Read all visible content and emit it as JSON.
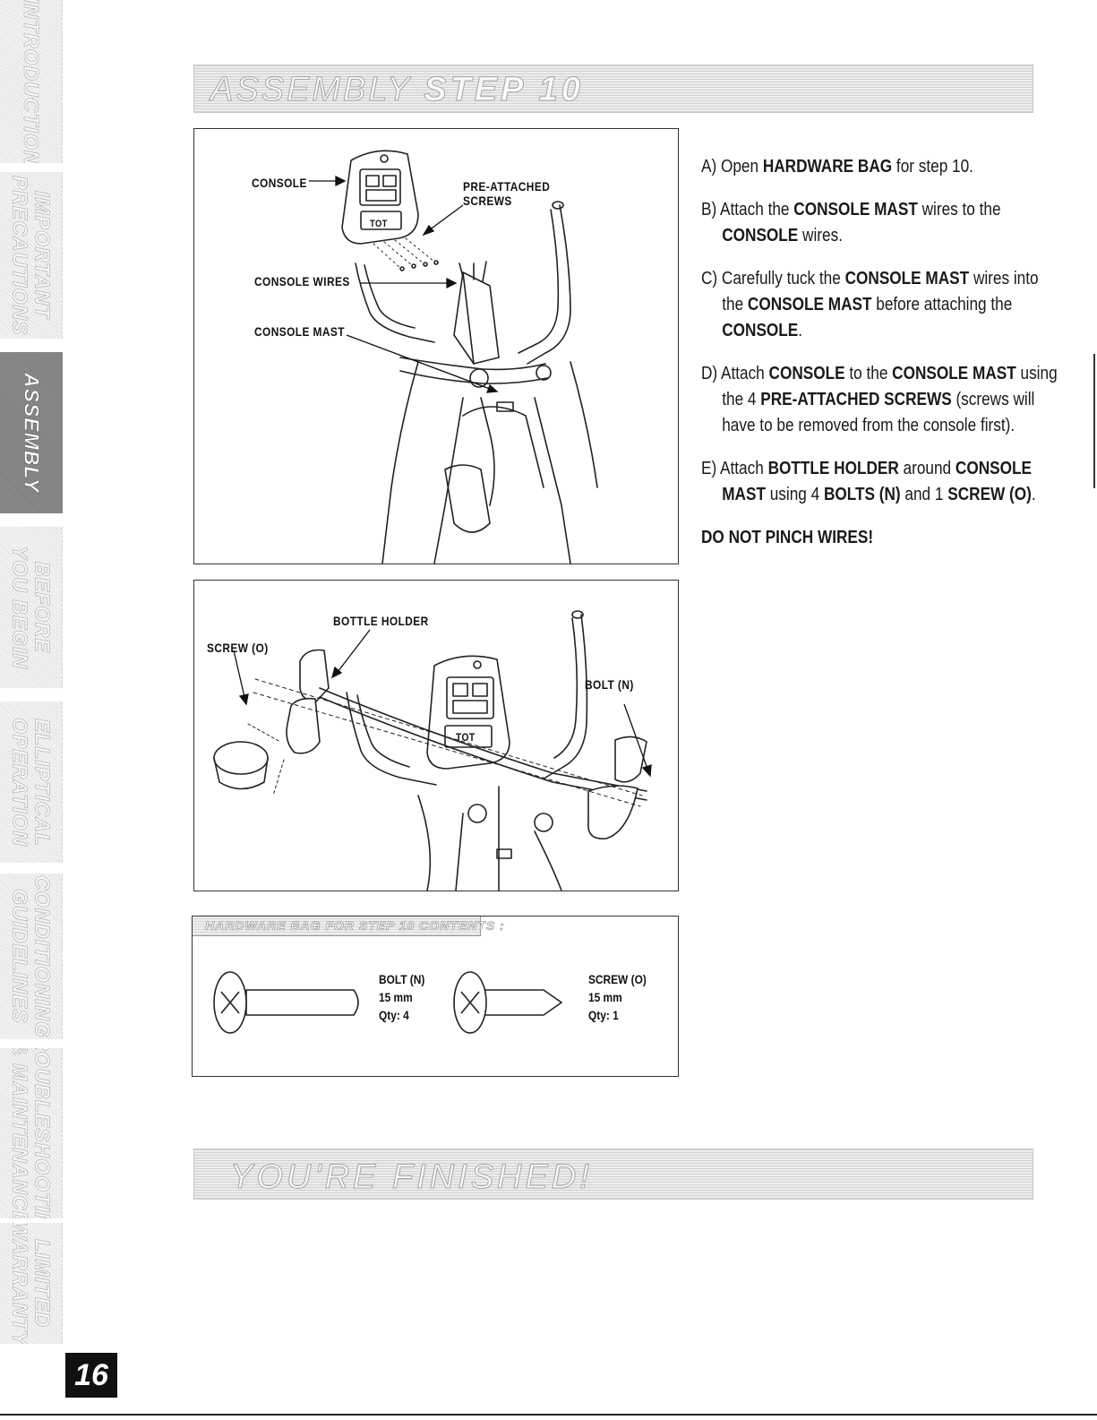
{
  "side_tabs": [
    {
      "label": "INTRODUCTION",
      "active": false
    },
    {
      "label": "IMPORTANT\nPRECAUTIONS",
      "active": false
    },
    {
      "label": "ASSEMBLY",
      "active": true
    },
    {
      "label": "BEFORE\nYOU BEGIN",
      "active": false
    },
    {
      "label": "ELLIPTICAL\nOPERATION",
      "active": false
    },
    {
      "label": "CONDITIONING\nGUIDELINES",
      "active": false
    },
    {
      "label": "TROUBLESHOOTING\n& MAINTENANCE",
      "active": false
    },
    {
      "label": "LIMITED\nWARRANTY",
      "active": false
    }
  ],
  "header": {
    "title_light": "ASSEMBLY",
    "title_bold": "STEP 10"
  },
  "figure1": {
    "console": "CONSOLE",
    "pre_attached_screws": "PRE-ATTACHED\nSCREWS",
    "console_wires": "CONSOLE WIRES",
    "console_mast": "CONSOLE MAST",
    "console_display": "TOT"
  },
  "figure2": {
    "bottle_holder": "BOTTLE HOLDER",
    "screw_o": "SCREW (O)",
    "bolt_n": "BOLT (N)",
    "console_display": "TOT"
  },
  "hardware": {
    "title": "HARDWARE BAG FOR STEP 10 CONTENTS :",
    "bolt": {
      "name": "BOLT (N)",
      "size": "15 mm",
      "qty": "Qty: 4"
    },
    "screw": {
      "name": "SCREW (O)",
      "size": "15 mm",
      "qty": "Qty: 1"
    }
  },
  "instructions": {
    "a": {
      "l1": "A) Open ",
      "b1": "HARDWARE BAG",
      "l2": " for step 10."
    },
    "b": {
      "l1": "B) Attach the ",
      "b1": "CONSOLE MAST",
      "l2": " wires to the ",
      "b2": "CONSOLE",
      "l3": " wires."
    },
    "c": {
      "l1": "C) Carefully tuck the ",
      "b1": "CONSOLE MAST",
      "l2": " wires into the ",
      "b2": "CONSOLE MAST",
      "l3": " before attaching the ",
      "b3": "CONSOLE",
      "l4": "."
    },
    "d": {
      "l1": "D) Attach ",
      "b1": "CONSOLE",
      "l2": " to the ",
      "b2": "CONSOLE MAST",
      "l3": " using the 4 ",
      "b3": "PRE-ATTACHED SCREWS",
      "l4": " (screws will have to be removed from the console first)."
    },
    "e": {
      "l1": "E) Attach ",
      "b1": "BOTTLE HOLDER",
      "l2": " around ",
      "b2": "CONSOLE MAST",
      "l3": " using 4 ",
      "b3": "BOLTS (N)",
      "l4": " and 1 ",
      "b4": "SCREW (O)",
      "l5": "."
    },
    "warning": "DO NOT PINCH WIRES!"
  },
  "finish_banner": "YOU'RE FINISHED!",
  "page_number": "16"
}
